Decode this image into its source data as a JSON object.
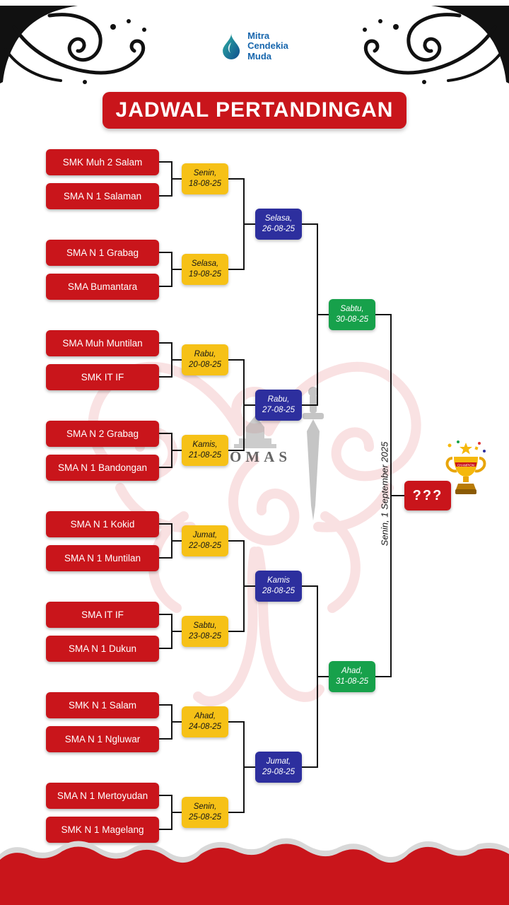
{
  "page": {
    "title": "JADWAL PERTANDINGAN"
  },
  "logo": {
    "line1": "Mitra",
    "line2": "Cendekia",
    "line3": "Muda"
  },
  "bracket": {
    "round1_matches": [
      {
        "team_a": "SMK Muh 2 Salam",
        "team_b": "SMA N 1 Salaman",
        "day": "Senin,",
        "date": "18-08-25"
      },
      {
        "team_a": "SMA N 1 Grabag",
        "team_b": "SMA Bumantara",
        "day": "Selasa,",
        "date": "19-08-25"
      },
      {
        "team_a": "SMA Muh Muntilan",
        "team_b": "SMK IT IF",
        "day": "Rabu,",
        "date": "20-08-25"
      },
      {
        "team_a": "SMA N 2 Grabag",
        "team_b": "SMA N 1 Bandongan",
        "day": "Kamis,",
        "date": "21-08-25"
      },
      {
        "team_a": "SMA N 1 Kokid",
        "team_b": "SMA N 1 Muntilan",
        "day": "Jumat,",
        "date": "22-08-25"
      },
      {
        "team_a": "SMA IT IF",
        "team_b": "SMA N 1 Dukun",
        "day": "Sabtu,",
        "date": "23-08-25"
      },
      {
        "team_a": "SMK N 1 Salam",
        "team_b": "SMA N 1 Ngluwar",
        "day": "Ahad,",
        "date": "24-08-25"
      },
      {
        "team_a": "SMA N 1 Mertoyudan",
        "team_b": "SMK N 1 Magelang",
        "day": "Senin,",
        "date": "25-08-25"
      }
    ],
    "round2_matches": [
      {
        "day": "Selasa,",
        "date": "26-08-25"
      },
      {
        "day": "Rabu,",
        "date": "27-08-25"
      },
      {
        "day": "Kamis",
        "date": "28-08-25"
      },
      {
        "day": "Jumat,",
        "date": "29-08-25"
      }
    ],
    "round3_matches": [
      {
        "day": "Sabtu,",
        "date": "30-08-25"
      },
      {
        "day": "Ahad,",
        "date": "31-08-25"
      }
    ],
    "final": {
      "placeholder": "???",
      "date_label": "Senin, 1 September 2025"
    }
  },
  "trophy": {
    "band_text": "CHAMPION"
  },
  "watermark": {
    "text": "OMAS"
  },
  "colors": {
    "primary_red": "#c9151b",
    "accent_yellow": "#f6c117",
    "accent_blue": "#2d2f9e",
    "accent_green": "#17a14b",
    "logo_blue": "#1766ad",
    "line_black": "#141414"
  }
}
